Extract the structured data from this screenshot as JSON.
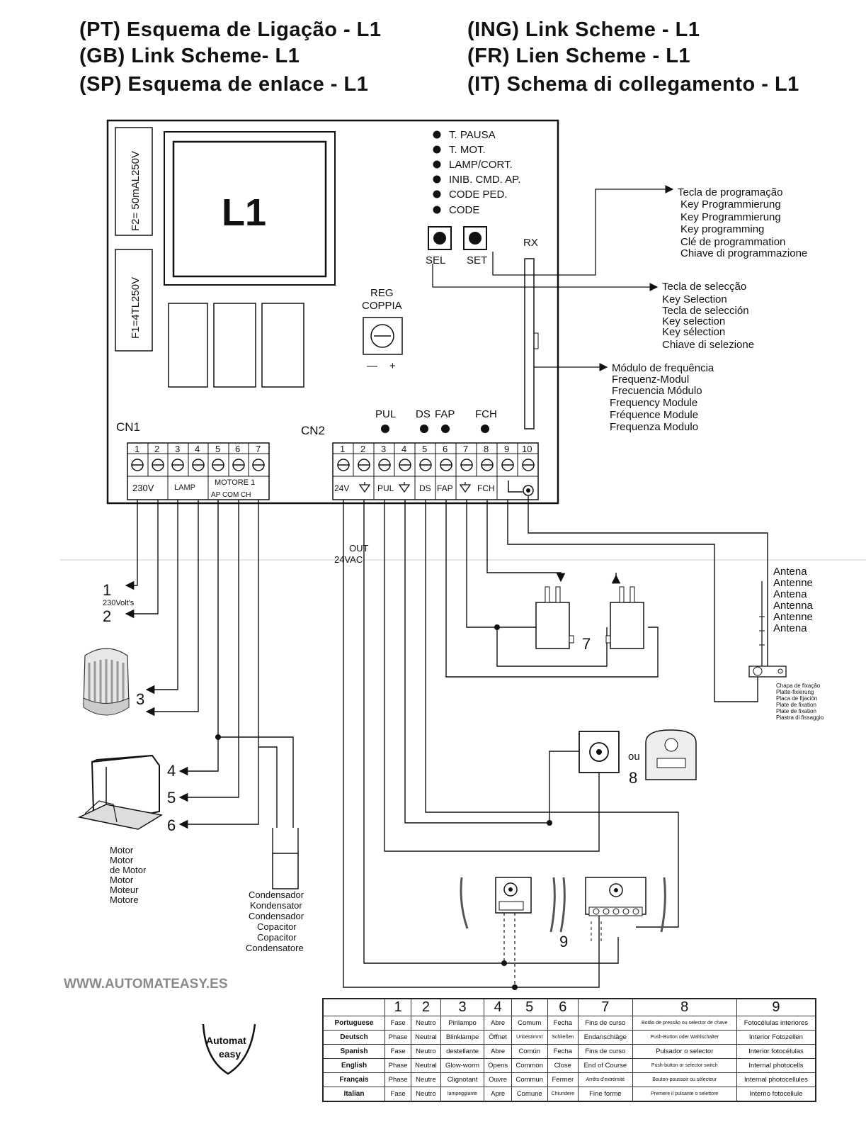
{
  "titles": {
    "pt": "(PT) Esquema de Ligação - L1",
    "gb": "(GB) Link Scheme- L1",
    "sp": "(SP) Esquema de enlace - L1",
    "ing": "(ING) Link Scheme - L1",
    "fr": "(FR) Lien Scheme - L1",
    "it": "(IT) Schema di collegamento - L1"
  },
  "board": {
    "model": "L1",
    "fuse2": "F2= 50mAL250V",
    "fuse1": "F1=4TL250V",
    "leds": [
      "T. PAUSA",
      "T. MOT.",
      "LAMP/CORT.",
      "INIB. CMD. AP.",
      "CODE PED.",
      "CODE"
    ],
    "btn_sel": "SEL",
    "btn_set": "SET",
    "rx": "RX",
    "reg1": "REG",
    "reg2": "COPPIA",
    "minus": "—",
    "plus": "+",
    "status_leds": [
      "PUL",
      "DS",
      "FAP",
      "FCH"
    ],
    "cn1": "CN1",
    "cn2": "CN2",
    "cn1_pins": [
      "1",
      "2",
      "3",
      "4",
      "5",
      "6",
      "7"
    ],
    "cn2_pins": [
      "1",
      "2",
      "3",
      "4",
      "5",
      "6",
      "7",
      "8",
      "9",
      "10"
    ],
    "cn1_230v": "230V",
    "cn1_lamp": "LAMP",
    "cn1_motor": "MOTORE 1",
    "cn1_motor_sub": "AP COM CH",
    "cn2_24v": "24V",
    "cn2_pul": "PUL",
    "cn2_ds": "DS",
    "cn2_fap": "FAP",
    "cn2_fch": "FCH",
    "out1": "OUT",
    "out2": "24VAC"
  },
  "callouts": {
    "programming": [
      "Tecla de programação",
      "Key Programmierung",
      "Key Programmierung",
      "Key programming",
      "Clé de programmation",
      "Chiave di programmazione"
    ],
    "selection": [
      "Tecla de selecção",
      "Key Selection",
      "Tecla de selección",
      "Key selection",
      "Key sélection",
      "Chiave di selezione"
    ],
    "frequency": [
      "Módulo de frequência",
      "Frequenz-Modul",
      "Frecuencia Módulo",
      "Frequency Module",
      "Fréquence Module",
      "Frequenza Modulo"
    ],
    "antenna": [
      "Antena",
      "Antenne",
      "Antena",
      "Antenna",
      "Antenne",
      "Antena"
    ],
    "plate": [
      "Chapa de fixação",
      "Platte-fixierung",
      "Placa de fijación",
      "Plate de fixation",
      "Plate de fixation",
      "Piastra di fissaggio"
    ],
    "motor": [
      "Motor",
      "Motor",
      "de Motor",
      "Motor",
      "Moteur",
      "Motore"
    ],
    "capacitor": [
      "Condensador",
      "Kondensator",
      "Condensador",
      "Copacitor",
      "Copacitor",
      "Condensatore"
    ]
  },
  "numbers": {
    "n1": "1",
    "n2": "2",
    "volts": "230Volt's",
    "n3": "3",
    "n4": "4",
    "n5": "5",
    "n6": "6",
    "n7": "7",
    "n8": "8",
    "n9": "9",
    "ou": "ou"
  },
  "website": "WWW.AUTOMATEASY.ES",
  "logo": [
    "Automat",
    "easy"
  ],
  "legend": {
    "headers": [
      "",
      "1",
      "2",
      "3",
      "4",
      "5",
      "6",
      "7",
      "8",
      "9"
    ],
    "rows": [
      [
        "Portuguese",
        "Fase",
        "Neutro",
        "Pirilampo",
        "Abre",
        "Comum",
        "Fecha",
        "Fins de curso",
        "Botão de pressão ou selector de chave",
        "Fotocélulas interiores"
      ],
      [
        "Deutsch",
        "Phase",
        "Neutral",
        "Blinklampe",
        "Öffnet",
        "Unbestimmt",
        "Schließen",
        "Endanschläge",
        "Push-Button oder Wahlschalter",
        "Interior Fotozellen"
      ],
      [
        "Spanish",
        "Fase",
        "Neutro",
        "destellante",
        "Abre",
        "Común",
        "Fecha",
        "Fins de curso",
        "Pulsador o selector",
        "Interior fotocélulas"
      ],
      [
        "English",
        "Phase",
        "Neutral",
        "Glow-worm",
        "Opens",
        "Common",
        "Close",
        "End of Course",
        "Push-button or selector switch",
        "Internal photocells"
      ],
      [
        "Français",
        "Phase",
        "Neutre",
        "Clignotant",
        "Ouvre",
        "Commun",
        "Fermer",
        "Arrêts d'extrémité",
        "Bouton-poussoir ou sélecteur",
        "Internal photocellules"
      ],
      [
        "Italian",
        "Fase",
        "Neutro",
        "lampeggiante",
        "Apre",
        "Comune",
        "Chiundere",
        "Fine forme",
        "Premere il pulsante o selettore",
        "Interno fotocellule"
      ]
    ]
  }
}
